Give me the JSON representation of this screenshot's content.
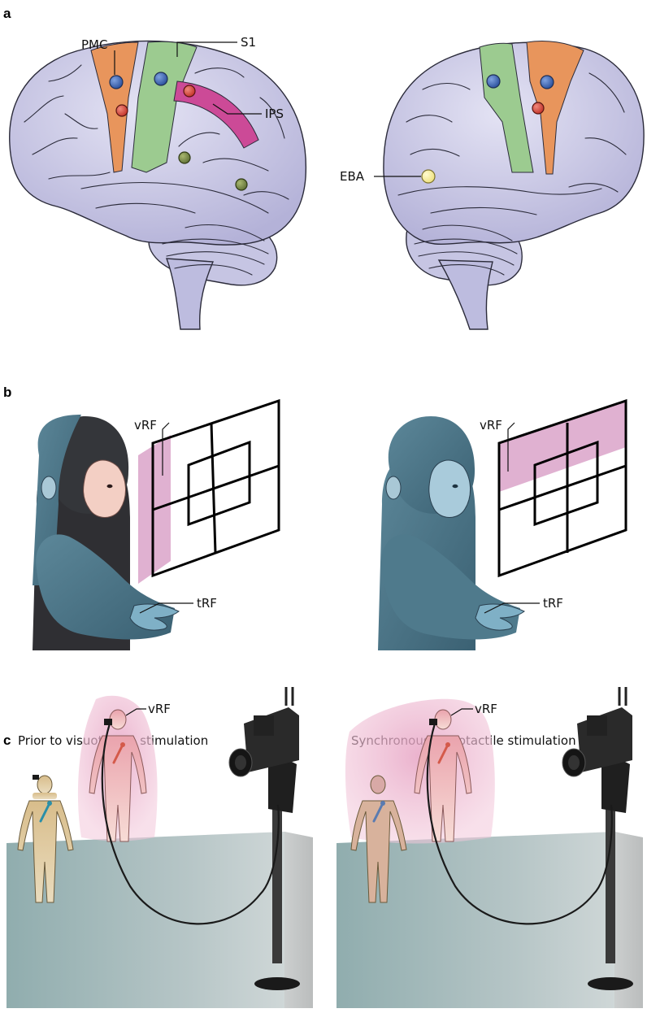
{
  "panels": {
    "a": {
      "letter": "a",
      "labels": {
        "pmc": "PMC",
        "s1": "S1",
        "ips": "IPS",
        "eba": "EBA"
      }
    },
    "b": {
      "letter": "b",
      "labels": {
        "vrf_left": "vRF",
        "trf_left": "tRF",
        "vrf_right": "vRF",
        "trf_right": "tRF"
      }
    },
    "c": {
      "letter": "c",
      "left_caption": "Prior to visuotactile stimulation",
      "right_caption": "Synchronous visuotactile stimulation",
      "labels": {
        "vrf_left": "vRF",
        "vrf_right": "vRF"
      }
    }
  },
  "colors": {
    "brain": "#c9c8e6",
    "pmc": "#e8955c",
    "s1": "#9ccb90",
    "ips": "#cc4a97",
    "dot_blue": "#2f57a8",
    "dot_red": "#d4433d",
    "dot_green": "#6e8040",
    "dot_yellow": "#f6ef9c",
    "vrf_pink": "#dda8cc",
    "monkey_blue": "#466e80",
    "floor": "#9fb7b8"
  }
}
